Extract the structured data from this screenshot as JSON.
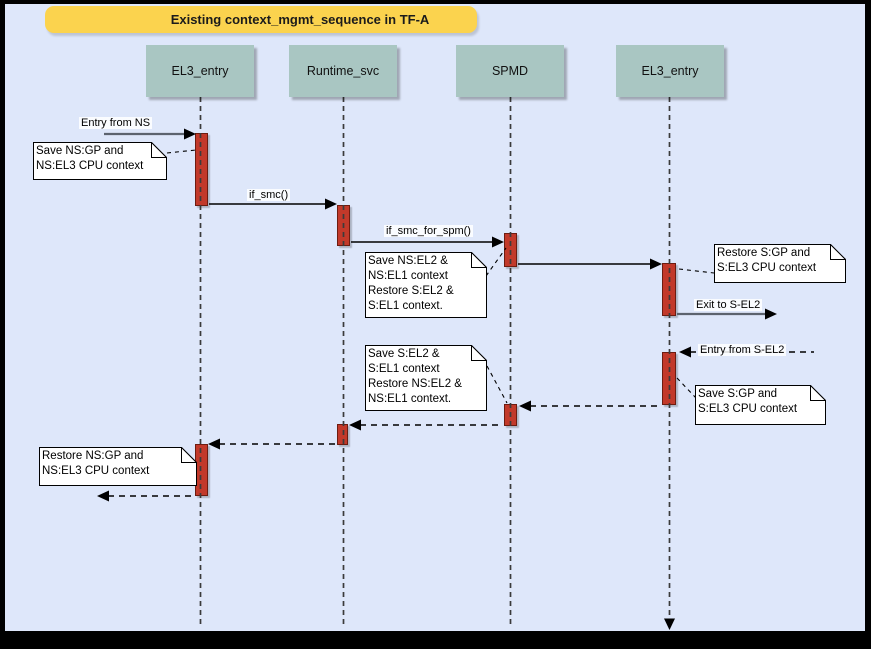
{
  "title": "Existing context_mgmt_sequence in TF-A",
  "actors": [
    {
      "label": "EL3_entry"
    },
    {
      "label": "Runtime_svc"
    },
    {
      "label": "SPMD"
    },
    {
      "label": "EL3_entry"
    }
  ],
  "messages": [
    {
      "label": "Entry from NS"
    },
    {
      "label": "if_smc()"
    },
    {
      "label": "if_smc_for_spm()"
    },
    {
      "label": "Exit to S-EL2"
    },
    {
      "label": "Entry from S-EL2"
    }
  ],
  "notes": [
    {
      "text": "Save NS:GP and\nNS:EL3 CPU context"
    },
    {
      "text": "Save NS:EL2 &\nNS:EL1 context\nRestore S:EL2 &\nS:EL1 context."
    },
    {
      "text": "Restore S:GP and\nS:EL3 CPU context"
    },
    {
      "text": "Save S:EL2 &\nS:EL1 context\nRestore NS:EL2 &\nNS:EL1 context."
    },
    {
      "text": "Save S:GP and\nS:EL3 CPU context"
    },
    {
      "text": "Restore NS:GP and\nNS:EL3 CPU context"
    }
  ],
  "colors": {
    "canvas_background": "#dee7fa",
    "frame": "#000000",
    "title_background": "#fbd34e",
    "actor_background": "#a9c6c2",
    "activation_fill": "#c2392a",
    "activation_border": "#6e1c10",
    "note_background": "#ffffff",
    "line": "#000000"
  }
}
